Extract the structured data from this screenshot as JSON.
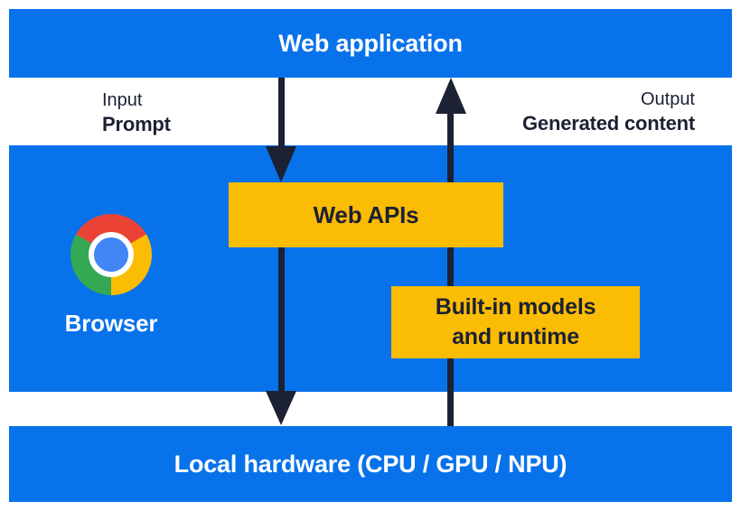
{
  "layers": {
    "web_application": {
      "label": "Web application"
    },
    "browser": {
      "name_label": "Browser",
      "web_apis_label": "Web APIs",
      "builtin_models_line1": "Built-in models",
      "builtin_models_line2": "and runtime"
    },
    "local_hardware": {
      "label": "Local hardware (CPU / GPU / NPU)"
    }
  },
  "flow": {
    "input_caption": "Input",
    "input_label": "Prompt",
    "output_caption": "Output",
    "output_label": "Generated content"
  },
  "icons": {
    "chrome_logo": "chrome-browser-logo",
    "down_arrow": "arrow-down",
    "up_arrow": "arrow-up"
  },
  "colors": {
    "layer_blue": "#0872eb",
    "box_yellow": "#fbbc04",
    "ink_navy": "#1c2133",
    "text_white": "#ffffff",
    "chrome_red": "#ea4335",
    "chrome_green": "#34a853",
    "chrome_yellow": "#fbbc04",
    "chrome_center_blue": "#4285f4"
  }
}
